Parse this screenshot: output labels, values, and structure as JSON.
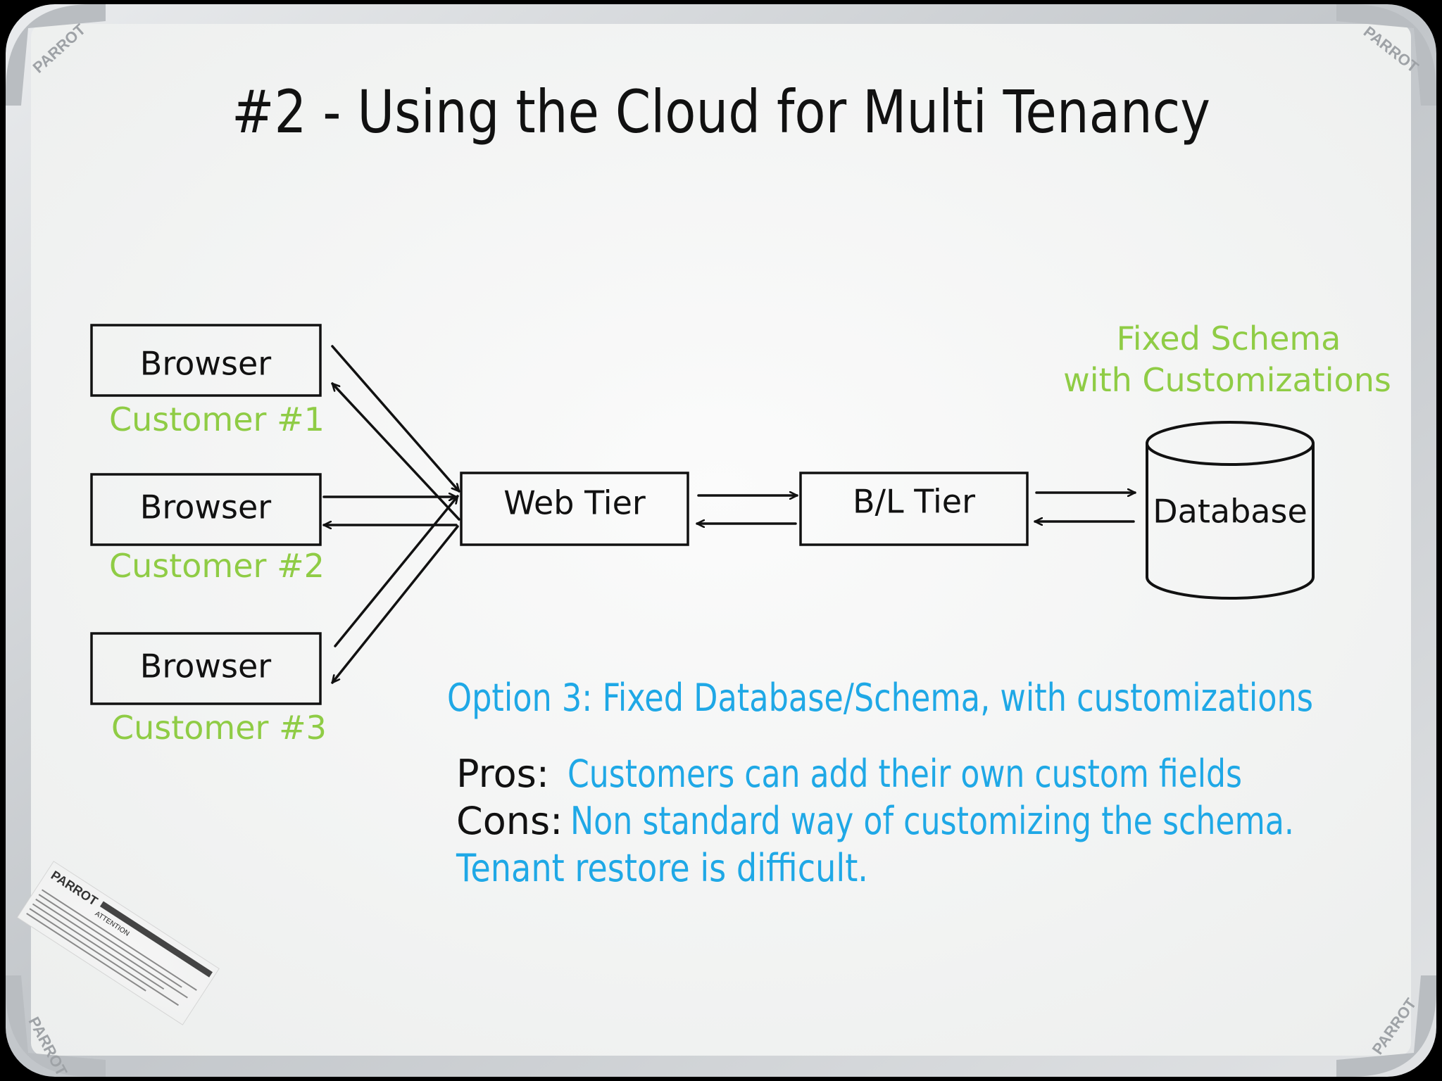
{
  "title": "#2 - Using the Cloud for Multi Tenancy",
  "colors": {
    "ink": "#111111",
    "green": "#8fcc45",
    "blue": "#1fa8e6",
    "board": "#f4f5f4",
    "frame": "#c9cccf"
  },
  "diagram": {
    "browsers": [
      {
        "label": "Browser",
        "customer": "Customer #1"
      },
      {
        "label": "Browser",
        "customer": "Customer #2"
      },
      {
        "label": "Browser",
        "customer": "Customer #3"
      }
    ],
    "web_tier": "Web Tier",
    "bl_tier": "B/L Tier",
    "database": "Database",
    "schema_note": [
      "Fixed Schema",
      "with Customizations"
    ]
  },
  "notes": {
    "option": "Option 3:  Fixed Database/Schema, with customizations",
    "pros_label": "Pros:",
    "pros_text": "Customers can add their own custom fields",
    "cons_label": "Cons:",
    "cons_text": "Non standard way of customizing the schema.",
    "cons_text_2": "Tenant restore is difficult."
  },
  "brand": {
    "corner": "PARROT",
    "sticker_title": "PARROT",
    "sticker_attention": "ATTENTION"
  }
}
